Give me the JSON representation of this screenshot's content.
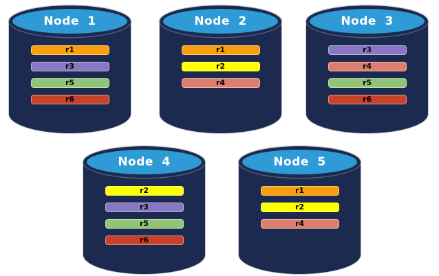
{
  "diagram": {
    "description_colors": {
      "cylinder_body": "#1B2A4E",
      "cylinder_top": "#2E9BD6",
      "title_text": "#FFFFFF",
      "bar_text": "#000000"
    },
    "replica_colors": {
      "r1": "#FA9E0D",
      "r2": "#FFFF00",
      "r3": "#8878C3",
      "r4": "#DD7E6E",
      "r5": "#90C578",
      "r6": "#C8422B"
    },
    "nodes": [
      {
        "label": "Node 1",
        "replicas": [
          "r1",
          "r3",
          "r5",
          "r6"
        ]
      },
      {
        "label": "Node 2",
        "replicas": [
          "r1",
          "r2",
          "r4"
        ]
      },
      {
        "label": "Node 3",
        "replicas": [
          "r3",
          "r4",
          "r5",
          "r6"
        ]
      },
      {
        "label": "Node 4",
        "replicas": [
          "r2",
          "r3",
          "r5",
          "r6"
        ]
      },
      {
        "label": "Node 5",
        "replicas": [
          "r1",
          "r2",
          "r4"
        ]
      }
    ]
  }
}
